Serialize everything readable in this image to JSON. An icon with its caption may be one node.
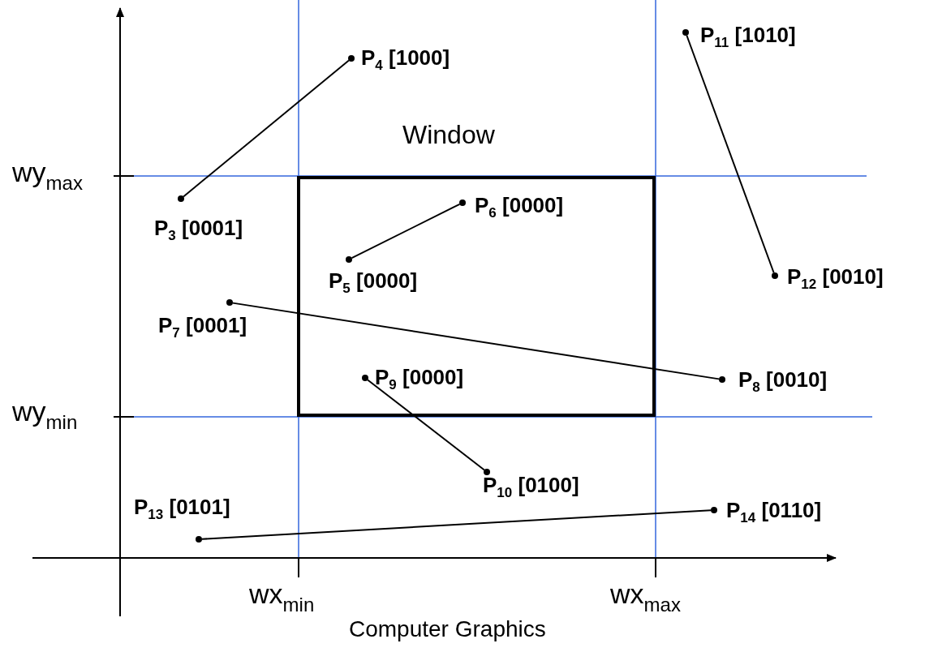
{
  "diagram": {
    "caption": "Computer Graphics",
    "nodes": [
      {
        "text": [
          "Window"
        ]
      },
      {
        "text": [],
        "shape": "circle",
        "beside": [
          "P$_{3}$ [0001]"
        ]
      },
      {
        "text": [],
        "shape": "circle",
        "beside": [
          "P$_{4}$ [1000]"
        ]
      },
      {
        "text": [],
        "shape": "circle",
        "beside": [
          "P$_{5}$ [0000]"
        ],
        "in": 0
      },
      {
        "text": [],
        "shape": "circle",
        "beside": [
          "P$_{6}$ [0000]"
        ],
        "in": 0
      },
      {
        "text": [],
        "shape": "circle",
        "beside": [
          "P$_{7}$ [0001]"
        ]
      },
      {
        "text": [],
        "shape": "circle",
        "beside": [
          "P$_{8}$ [0010]"
        ]
      },
      {
        "text": [],
        "shape": "circle",
        "beside": [
          "P$_{9}$ [0000]"
        ],
        "in": 0
      },
      {
        "text": [],
        "shape": "circle",
        "beside": [
          "P$_{10}$ [0100]"
        ]
      },
      {
        "text": [],
        "shape": "circle",
        "beside": [
          "P$_{11}$ [1010]"
        ]
      },
      {
        "text": [],
        "shape": "circle",
        "beside": [
          "P$_{12}$ [0010]"
        ]
      },
      {
        "text": [],
        "shape": "circle",
        "beside": [
          "P$_{13}$ [0101]"
        ]
      },
      {
        "text": [],
        "shape": "circle",
        "beside": [
          "P$_{14}$ [0110]"
        ]
      }
    ],
    "edges": [
      {
        "from": 1,
        "to": 2,
        "arrow": "none"
      },
      {
        "from": 3,
        "to": 4,
        "arrow": "none"
      },
      {
        "from": 5,
        "to": 6,
        "arrow": "none"
      },
      {
        "from": 7,
        "to": 8,
        "arrow": "none"
      },
      {
        "from": 9,
        "to": 10,
        "arrow": "none"
      },
      {
        "from": 11,
        "to": 12,
        "arrow": "none"
      }
    ],
    "labels": [
      "wy$_{max}$",
      "wy$_{min}$",
      "wx$_{min}$",
      "wx$_{max}$"
    ]
  }
}
